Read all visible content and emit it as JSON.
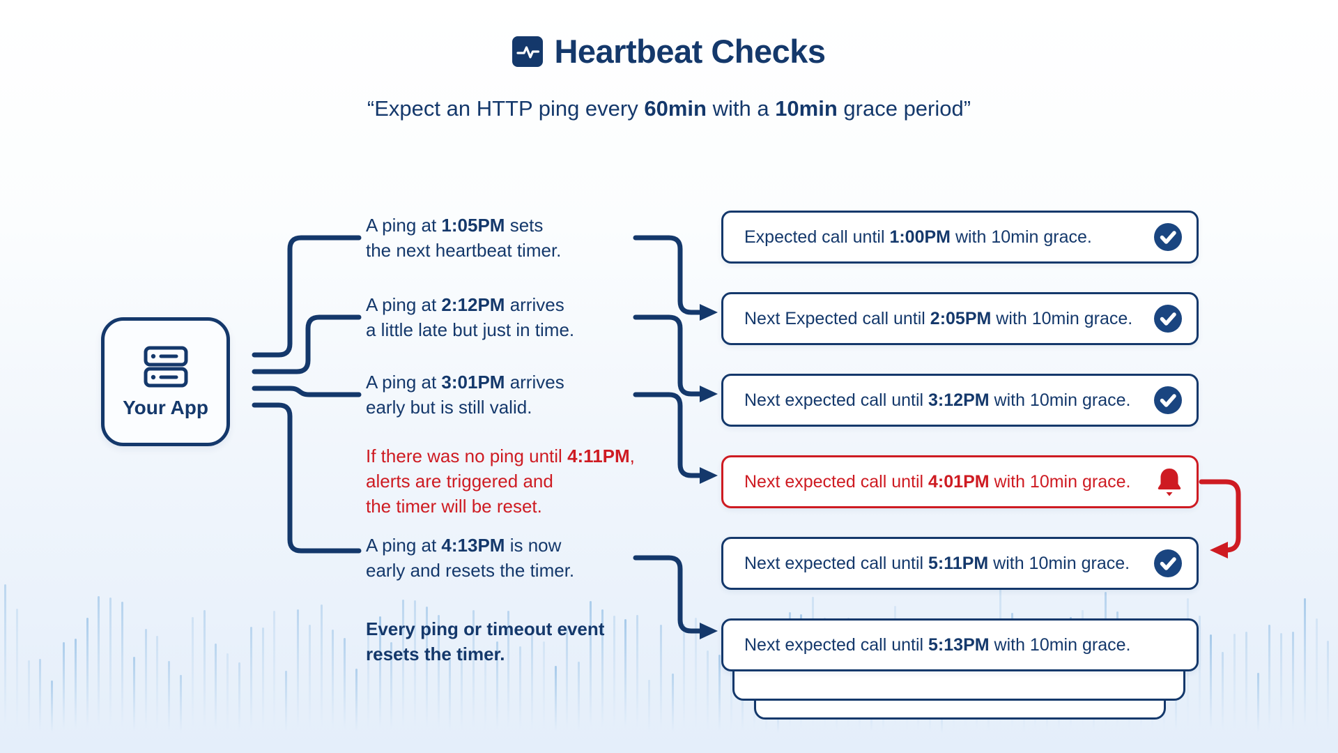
{
  "colors": {
    "navy": "#14386b",
    "navy_fill": "#1a4580",
    "red": "#ce1b22",
    "wave_blue": "#8fbce4",
    "background_bottom": "#e4eefa"
  },
  "header": {
    "title": "Heartbeat Checks",
    "title_icon": "pulse-icon",
    "subtitle_prefix": "“Expect an HTTP ping every ",
    "subtitle_bold1": "60min",
    "subtitle_mid": " with a ",
    "subtitle_bold2": "10min",
    "subtitle_suffix": " grace period”"
  },
  "app": {
    "label": "Your App",
    "icon": "server-icon"
  },
  "annotations": [
    {
      "prefix": "A ping at ",
      "time": "1:05PM",
      "suffix": " sets\nthe next heartbeat timer.",
      "style": "normal"
    },
    {
      "prefix": "A ping at ",
      "time": "2:12PM",
      "suffix": " arrives\na little late but just in time.",
      "style": "normal"
    },
    {
      "prefix": "A ping at ",
      "time": "3:01PM",
      "suffix": " arrives\nearly but is still valid.",
      "style": "normal"
    },
    {
      "prefix": "If there was no ping until ",
      "time": "4:11PM",
      "suffix": ",\nalerts are triggered and\nthe timer will be reset.",
      "style": "alert"
    },
    {
      "prefix": "A ping at ",
      "time": "4:13PM",
      "suffix": " is now\nearly and resets the timer.",
      "style": "normal"
    },
    {
      "prefix": "",
      "time": "",
      "suffix": "Every ping or timeout event\nresets the timer.",
      "style": "bold"
    }
  ],
  "events": [
    {
      "prefix": "Expected call until ",
      "time": "1:00PM",
      "suffix": " with 10min grace.",
      "icon": "check",
      "state": "ok"
    },
    {
      "prefix": "Next Expected call until ",
      "time": "2:05PM",
      "suffix": " with 10min grace.",
      "icon": "check",
      "state": "ok"
    },
    {
      "prefix": "Next expected call until ",
      "time": "3:12PM",
      "suffix": " with 10min grace.",
      "icon": "check",
      "state": "ok"
    },
    {
      "prefix": "Next expected call until ",
      "time": "4:01PM",
      "suffix": " with 10min grace.",
      "icon": "bell",
      "state": "alert"
    },
    {
      "prefix": "Next expected call until ",
      "time": "5:11PM",
      "suffix": " with 10min grace.",
      "icon": "check",
      "state": "ok"
    },
    {
      "prefix": "Next expected call until ",
      "time": "5:13PM",
      "suffix": " with 10min grace.",
      "icon": "none",
      "state": "ok"
    }
  ]
}
